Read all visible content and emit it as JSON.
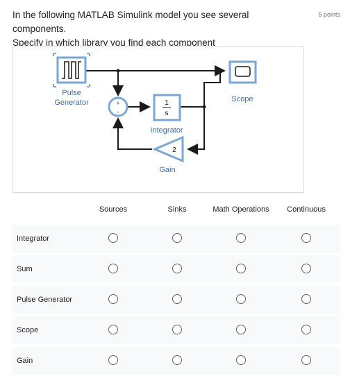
{
  "question": {
    "text_line1": "In the following MATLAB Simulink model you see several components.",
    "text_line2": "Specify in which library you find each component",
    "points": "5 points"
  },
  "diagram": {
    "pulse_label_1": "Pulse",
    "pulse_label_2": "Generator",
    "scope_label": "Scope",
    "integrator_label": "Integrator",
    "integrator_num": "1",
    "integrator_den": "s",
    "gain_value": "2",
    "gain_label": "Gain",
    "sum_plus": "+",
    "sum_minus": "-"
  },
  "grid": {
    "columns": [
      "Sources",
      "Sinks",
      "Math Operations",
      "Continuous"
    ],
    "rows": [
      "Integrator",
      "Sum",
      "Pulse Generator",
      "Scope",
      "Gain"
    ]
  },
  "colors": {
    "block_border": "#7aa6d8",
    "block_text": "#3b6fb6",
    "line": "#1a1a1a",
    "row_bg": "#f8f9fa"
  }
}
